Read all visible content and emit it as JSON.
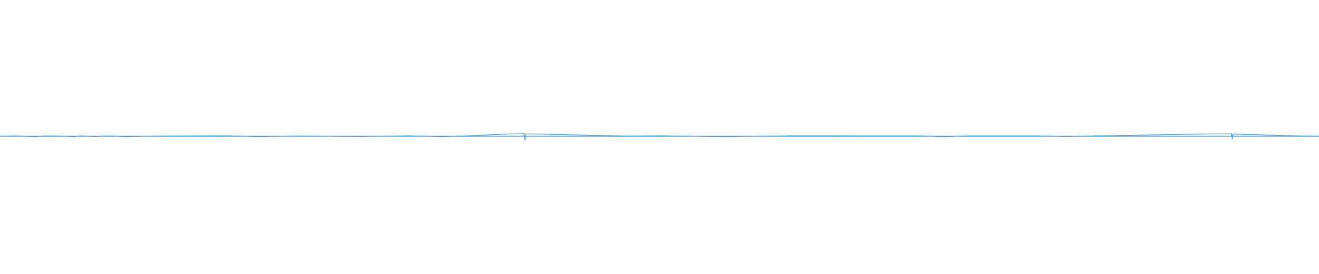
{
  "chart_data": {
    "type": "line",
    "xlim": [
      0,
      100
    ],
    "ylim": [
      -1,
      1
    ],
    "grid": false,
    "legend": "none",
    "baseline": 0,
    "series": [
      {
        "color": "#4a9fe0",
        "points": [
          {
            "x": 0.0,
            "y": 0
          },
          {
            "x": 1.2,
            "y": 0.01
          },
          {
            "x": 2.6,
            "y": -0.012
          },
          {
            "x": 3.4,
            "y": 0.01
          },
          {
            "x": 4.5,
            "y": 0.008
          },
          {
            "x": 5.6,
            "y": -0.01
          },
          {
            "x": 6.1,
            "y": 0.012
          },
          {
            "x": 7.2,
            "y": -0.009
          },
          {
            "x": 8.3,
            "y": 0.01
          },
          {
            "x": 9.5,
            "y": -0.011
          },
          {
            "x": 12.2,
            "y": 0.008
          },
          {
            "x": 17.4,
            "y": 0.012
          },
          {
            "x": 19.6,
            "y": -0.01
          },
          {
            "x": 22.6,
            "y": 0.008
          },
          {
            "x": 27.4,
            "y": -0.008
          },
          {
            "x": 31.0,
            "y": 0.012
          },
          {
            "x": 33.5,
            "y": -0.01
          },
          {
            "x": 39.74,
            "y": 0.06
          },
          {
            "x": 39.8,
            "y": -0.085
          },
          {
            "x": 39.86,
            "y": 0.05
          },
          {
            "x": 47.5,
            "y": 0.008
          },
          {
            "x": 50.2,
            "y": 0.012
          },
          {
            "x": 54.8,
            "y": -0.01
          },
          {
            "x": 59.9,
            "y": 0.012
          },
          {
            "x": 69.8,
            "y": 0.01
          },
          {
            "x": 71.5,
            "y": -0.012
          },
          {
            "x": 73.4,
            "y": 0.01
          },
          {
            "x": 78.7,
            "y": 0.011
          },
          {
            "x": 80.8,
            "y": -0.009
          },
          {
            "x": 83.0,
            "y": 0.01
          },
          {
            "x": 93.36,
            "y": 0.055
          },
          {
            "x": 93.42,
            "y": -0.065
          },
          {
            "x": 93.48,
            "y": 0.045
          },
          {
            "x": 100.0,
            "y": 0
          }
        ]
      }
    ]
  }
}
